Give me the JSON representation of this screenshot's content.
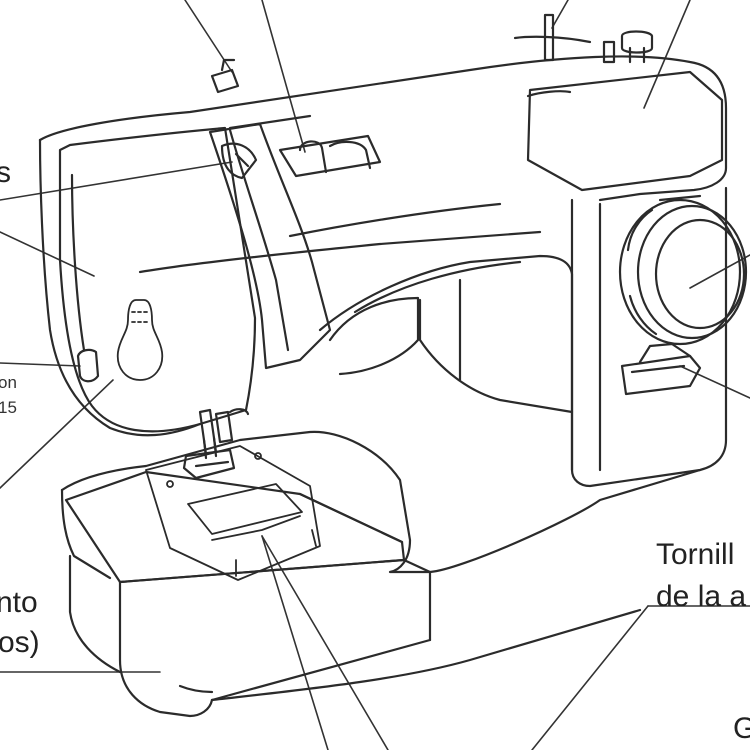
{
  "labels": {
    "left_top": "s",
    "left_mid_1": "on",
    "left_mid_2": "15",
    "left_bottom_1": "nto",
    "left_bottom_2": "os)",
    "right_1": "Tornill",
    "right_2": "de la a",
    "right_bottom": "G"
  }
}
